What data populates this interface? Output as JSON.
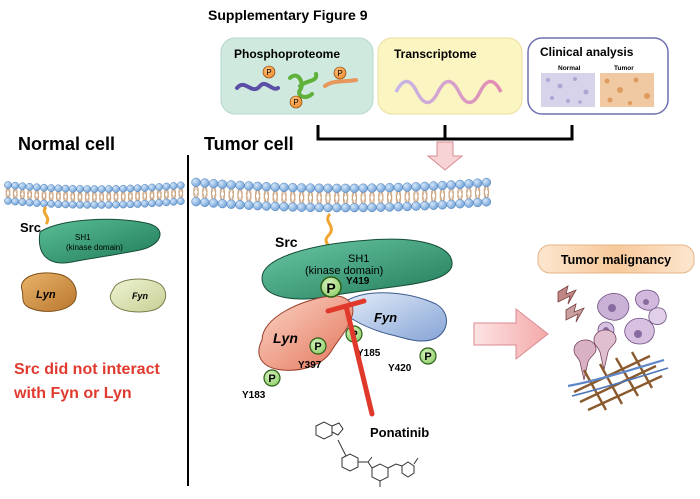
{
  "title": "Supplementary Figure 9",
  "omics": {
    "phospho": "Phosphoproteome",
    "transcript": "Transcriptome",
    "clinical": "Clinical analysis",
    "normal": "Normal",
    "tumor": "Tumor"
  },
  "normal_cell": {
    "heading": "Normal cell",
    "src": "Src",
    "sh1": "SH1",
    "kinase": "(kinase domain)",
    "lyn": "Lyn",
    "fyn": "Fyn",
    "note_line1": "Src did not interact",
    "note_line2": "with Fyn or Lyn"
  },
  "tumor_cell": {
    "heading": "Tumor cell",
    "src": "Src",
    "sh1": "SH1",
    "kinase": "(kinase domain)",
    "lyn": "Lyn",
    "fyn": "Fyn",
    "p": "P",
    "y419": "Y419",
    "y397": "Y397",
    "y183": "Y183",
    "y185": "Y185",
    "y420": "Y420",
    "drug": "Ponatinib"
  },
  "outcome": "Tumor malignancy",
  "colors": {
    "red_text": "#e03a2f",
    "src_green": "#2f8f6a",
    "lyn_orange": "#e8866b",
    "fyn_blue": "#9fb7de",
    "membrane_blue": "#7faee0",
    "phospho_bg": "#cfe9de",
    "transcript_bg": "#fbf5c2",
    "outcome_bg": "#f6cfa6"
  }
}
